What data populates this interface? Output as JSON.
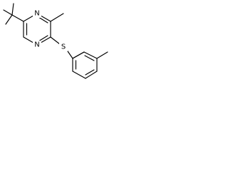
{
  "structure": {
    "atoms": {
      "n_ring_top": "N",
      "n_ring_bottom": "N",
      "sulfur": "S"
    }
  }
}
